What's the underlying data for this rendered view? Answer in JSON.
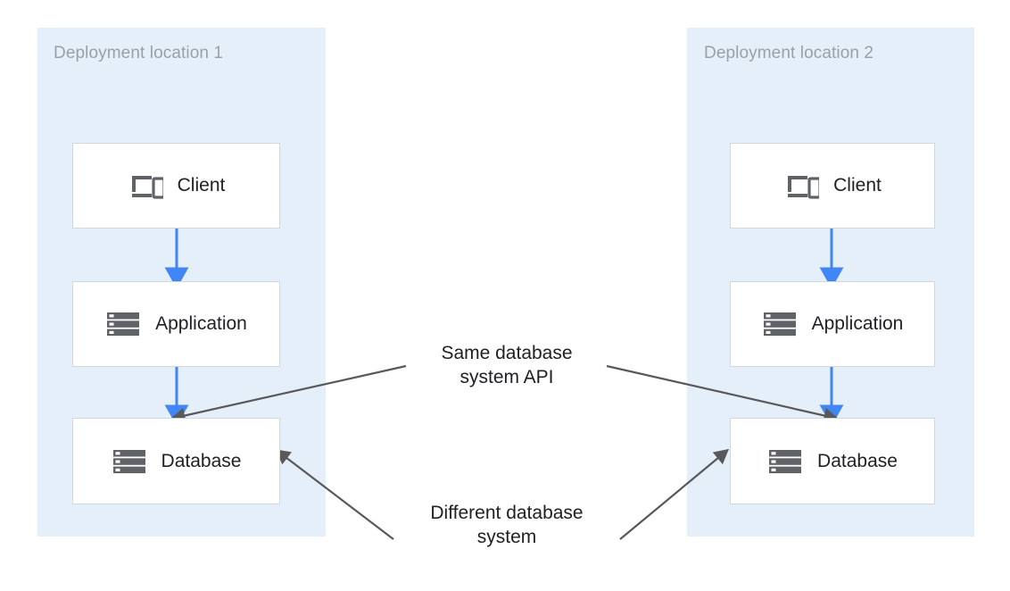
{
  "diagram": {
    "type": "architecture-diagram",
    "background_color": "#ffffff",
    "panel_color": "#e5eff9",
    "arrow_color_primary": "#4285f4",
    "arrow_color_annotation": "#595959",
    "box_border_color": "#d0d7de",
    "panel_label_color": "#9aa0a6",
    "text_color": "#202124"
  },
  "panels": [
    {
      "id": "deployment-location-1",
      "label": "Deployment location 1",
      "nodes": [
        {
          "id": "client-1",
          "label": "Client",
          "icon": "devices-icon"
        },
        {
          "id": "application-1",
          "label": "Application",
          "icon": "server-stack-icon"
        },
        {
          "id": "database-1",
          "label": "Database",
          "icon": "server-stack-icon"
        }
      ]
    },
    {
      "id": "deployment-location-2",
      "label": "Deployment location 2",
      "nodes": [
        {
          "id": "client-2",
          "label": "Client",
          "icon": "devices-icon"
        },
        {
          "id": "application-2",
          "label": "Application",
          "icon": "server-stack-icon"
        },
        {
          "id": "database-2",
          "label": "Database",
          "icon": "server-stack-icon"
        }
      ]
    }
  ],
  "annotations": [
    {
      "id": "same-database-system-api",
      "text": "Same database\nsystem API",
      "points_to": [
        "database-1",
        "database-2"
      ]
    },
    {
      "id": "different-database-system",
      "text": "Different database\nsystem",
      "points_to": [
        "database-1",
        "database-2"
      ]
    }
  ]
}
